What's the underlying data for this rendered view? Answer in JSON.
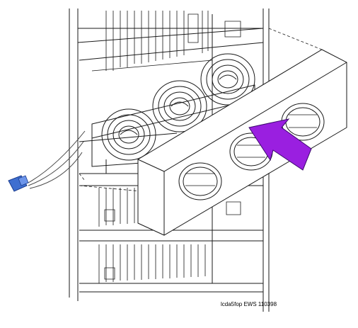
{
  "figure": {
    "caption": "lcda5fop EWS 110398",
    "colors": {
      "line": "#1a1a1a",
      "arrow_fill": "#9a1fe0",
      "arrow_stroke": "#3a0a6b",
      "connector": "#3f6fd0"
    },
    "icons": [
      "cabinet",
      "fan-assembly",
      "fan-cover-panel",
      "insert-arrow",
      "cable-connector"
    ]
  }
}
